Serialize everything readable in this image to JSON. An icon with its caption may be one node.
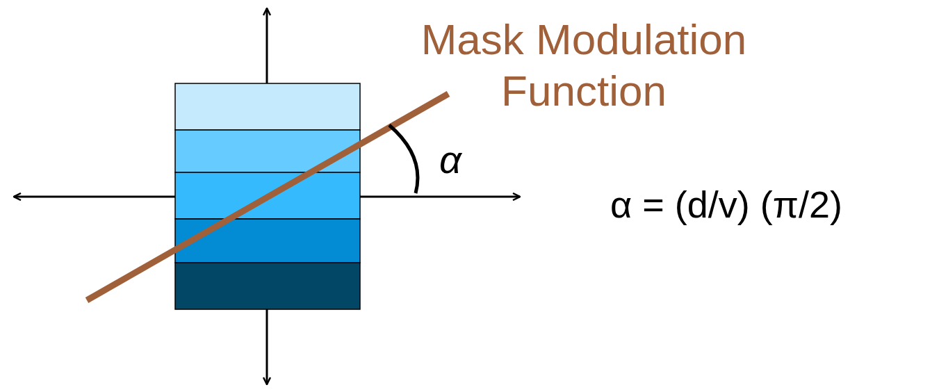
{
  "diagram": {
    "labels": [
      "Mask Modulation Function",
      "α",
      "α = (d/v) (π/2)"
    ]
  }
}
